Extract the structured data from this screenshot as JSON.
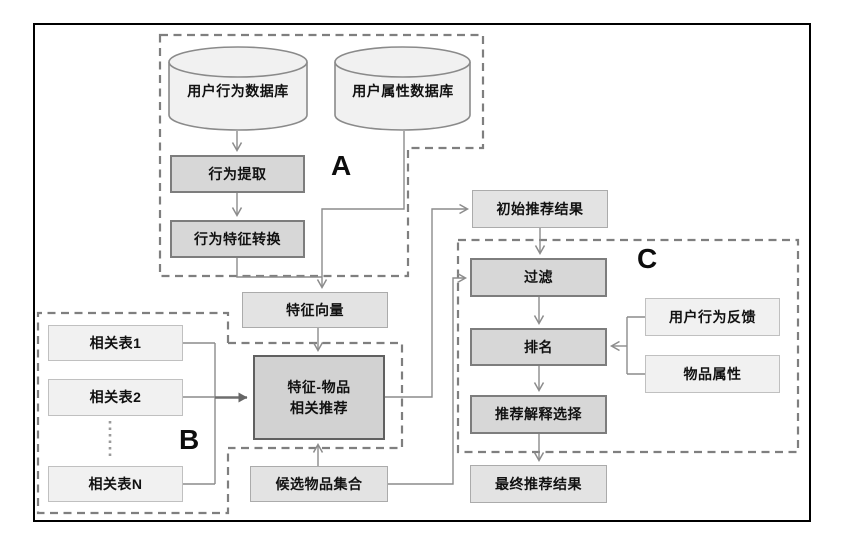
{
  "sections": {
    "a": {
      "label": "A"
    },
    "b": {
      "label": "B"
    },
    "c": {
      "label": "C"
    }
  },
  "nodes": {
    "user_behavior_db": {
      "label": "用户行为数据库",
      "shape": "cylinder"
    },
    "user_attribute_db": {
      "label": "用户属性数据库",
      "shape": "cylinder"
    },
    "behavior_extract": {
      "label": "行为提取"
    },
    "behavior_feature_transform": {
      "label": "行为特征转换"
    },
    "feature_vector": {
      "label": "特征向量"
    },
    "related_table_1": {
      "label": "相关表1"
    },
    "related_table_2": {
      "label": "相关表2"
    },
    "related_table_n": {
      "label": "相关表N"
    },
    "feature_item_recommend": {
      "label_line1": "特征-物品",
      "label_line2": "相关推荐"
    },
    "candidate_item_set": {
      "label": "候选物品集合"
    },
    "initial_results": {
      "label": "初始推荐结果"
    },
    "filter": {
      "label": "过滤"
    },
    "ranking": {
      "label": "排名"
    },
    "explanation_selection": {
      "label": "推荐解释选择"
    },
    "final_results": {
      "label": "最终推荐结果"
    },
    "user_behavior_feedback": {
      "label": "用户行为反馈"
    },
    "item_attributes": {
      "label": "物品属性"
    }
  },
  "edges": [
    {
      "from": "用户行为数据库",
      "to": "行为提取"
    },
    {
      "from": "行为提取",
      "to": "行为特征转换"
    },
    {
      "from": "行为特征转换",
      "to": "特征向量"
    },
    {
      "from": "用户属性数据库",
      "to": "特征向量"
    },
    {
      "from": "特征向量",
      "to": "特征-物品相关推荐"
    },
    {
      "from": "相关表1",
      "to": "特征-物品相关推荐"
    },
    {
      "from": "相关表2",
      "to": "特征-物品相关推荐"
    },
    {
      "from": "相关表N",
      "to": "特征-物品相关推荐"
    },
    {
      "from": "候选物品集合",
      "to": "特征-物品相关推荐"
    },
    {
      "from": "特征-物品相关推荐",
      "to": "初始推荐结果"
    },
    {
      "from": "初始推荐结果",
      "to": "过滤"
    },
    {
      "from": "候选物品集合",
      "to": "过滤"
    },
    {
      "from": "过滤",
      "to": "排名"
    },
    {
      "from": "用户行为反馈",
      "to": "排名"
    },
    {
      "from": "物品属性",
      "to": "排名"
    },
    {
      "from": "排名",
      "to": "推荐解释选择"
    },
    {
      "from": "推荐解释选择",
      "to": "最终推荐结果"
    }
  ],
  "colors": {
    "frame_border": "#000000",
    "box_medium_fill": "#d7d7d7",
    "box_medium_border": "#7d7d7d",
    "box_dark_fill": "#d2d2d2",
    "box_dark_border": "#606060",
    "box_light_fill": "#e3e3e3",
    "box_light_border": "#ababab",
    "box_faint_fill": "#f1f1f1",
    "box_faint_border": "#c0c0c0",
    "cylinder_fill": "#f1f1f1",
    "cylinder_border": "#8a8a8a",
    "dashed_outline": "#7f7f7f",
    "connector": "#8c8c8c",
    "text": "#111111"
  }
}
